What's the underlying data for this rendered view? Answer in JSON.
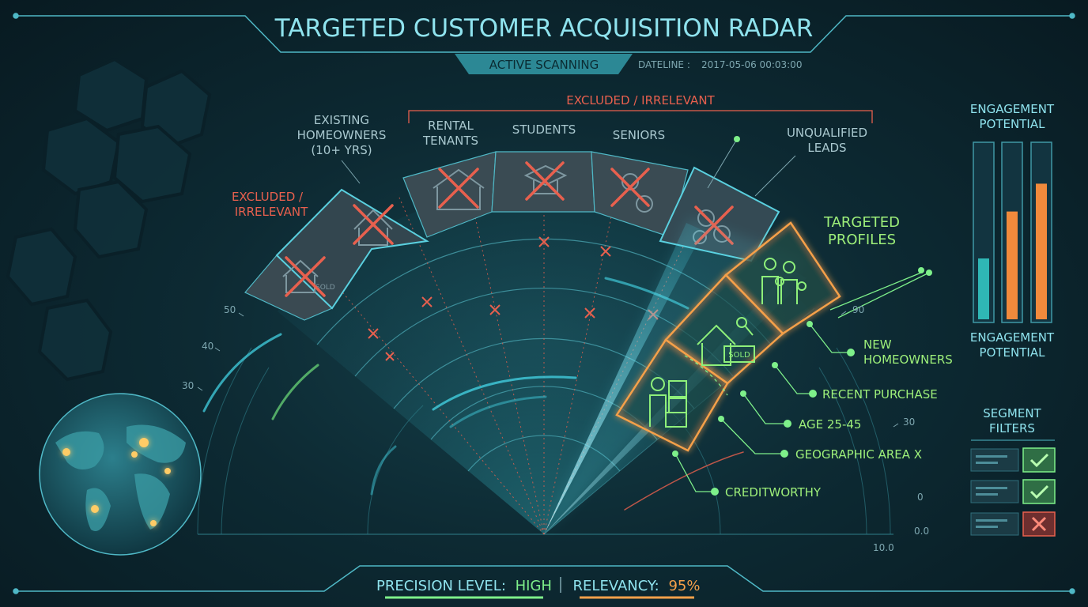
{
  "header": {
    "title": "TARGETED CUSTOMER ACQUISITION RADAR",
    "status": "ACTIVE SCANNING",
    "dateline_label": "DATELINE :",
    "dateline_value": "2017-05-06 00:03:00"
  },
  "excluded": {
    "group_label": "EXCLUDED / IRRELEVANT",
    "left_label_1": "EXCLUDED /",
    "left_label_2": "IRRELEVANT",
    "segments": [
      {
        "line1": "EXISTING",
        "line2": "HOMEOWNERS",
        "line3": "(10+ YRS)",
        "icon": "house-icon"
      },
      {
        "line1": "RENTAL",
        "line2": "TENANTS",
        "icon": "apartment-icon"
      },
      {
        "line1": "STUDENTS",
        "icon": "graduation-cap-icon"
      },
      {
        "line1": "SENIORS",
        "icon": "seniors-icon"
      },
      {
        "line1": "UNQUALIFIED",
        "line2": "LEADS",
        "icon": "unqualified-icon"
      }
    ],
    "sold_sign": "SOLD"
  },
  "targeted": {
    "title_1": "TARGETED",
    "title_2": "PROFILES",
    "sold_sign": "SOLD",
    "criteria": [
      {
        "line1": "NEW",
        "line2": "HOMEOWNERS"
      },
      {
        "line1": "RECENT PURCHASE"
      },
      {
        "line1": "AGE 25-45"
      },
      {
        "line1": "GEOGRAPHIC AREA X"
      },
      {
        "line1": "CREDITWORTHY"
      }
    ]
  },
  "scale": {
    "left": [
      "50",
      "40",
      "30"
    ],
    "right": [
      "90",
      "30",
      "0",
      "0.0",
      "10.0"
    ]
  },
  "engagement": {
    "title_1": "ENGAGEMENT",
    "title_2": "POTENTIAL",
    "bottom_1": "ENGAGEMENT",
    "bottom_2": "POTENTIAL",
    "bars": [
      {
        "level": 0.35,
        "color": "#2fb7b5"
      },
      {
        "level": 0.62,
        "color": "#f08a3c"
      },
      {
        "level": 0.78,
        "color": "#f08a3c"
      }
    ]
  },
  "segment_filters": {
    "title_1": "SEGMENT",
    "title_2": "FILTERS",
    "items": [
      {
        "state": "checked",
        "icon": "check-icon"
      },
      {
        "state": "checked",
        "icon": "check-icon"
      },
      {
        "state": "rejected",
        "icon": "cross-icon"
      }
    ]
  },
  "footer": {
    "precision_label": "PRECISION LEVEL:",
    "precision_value": "HIGH",
    "relevancy_label": "RELEVANCY:",
    "relevancy_value": "95%"
  },
  "colors": {
    "accent": "#7fe0ea",
    "excluded": "#e8604e",
    "targeted": "#9ef07a",
    "highlight": "#f5a04a"
  }
}
